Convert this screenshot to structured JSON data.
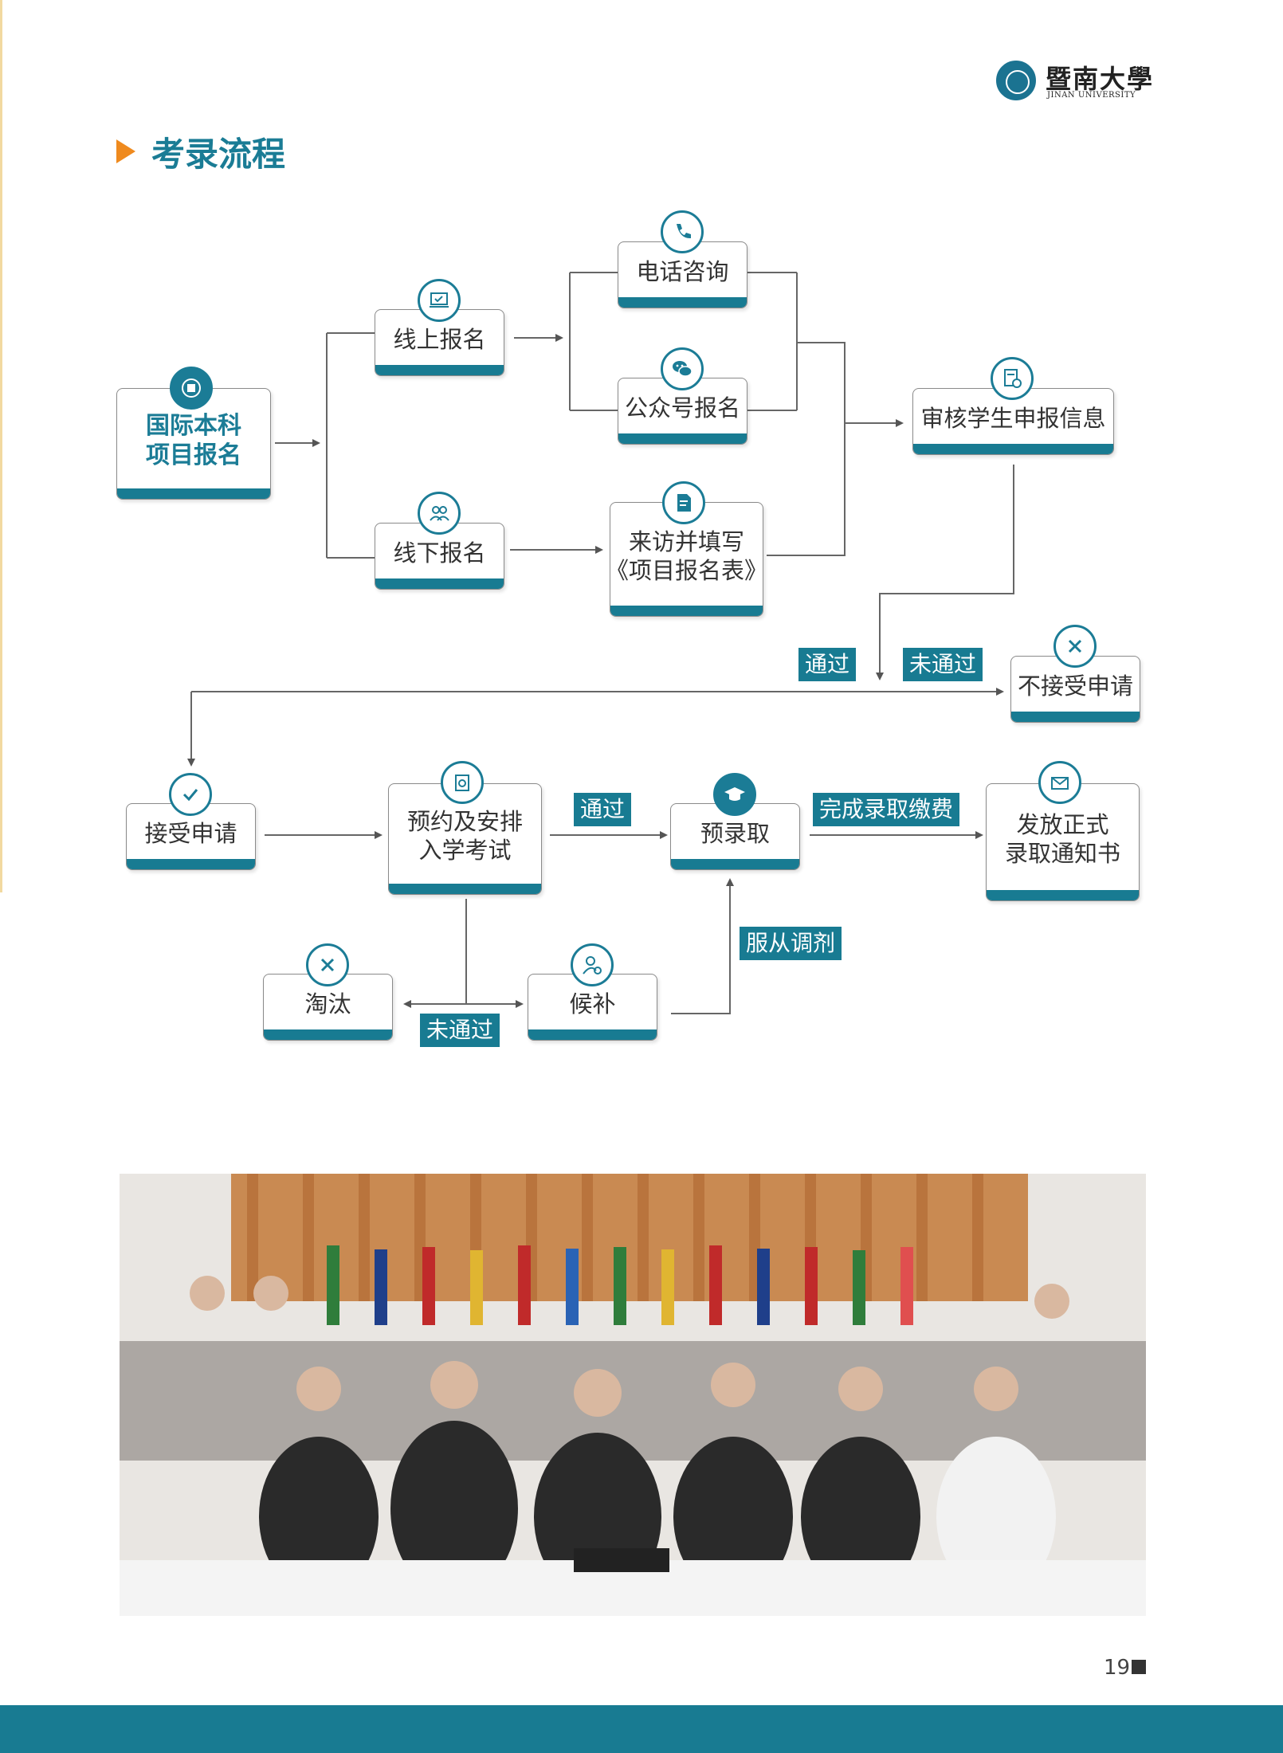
{
  "header": {
    "university_cn": "暨南大學",
    "university_en": "JINAN UNIVERSITY",
    "section_title": "考录流程"
  },
  "flow": {
    "intl_apply": "国际本科\n项目报名",
    "online_apply": "线上报名",
    "offline_apply": "线下报名",
    "phone_consult": "电话咨询",
    "wechat_apply": "公众号报名",
    "visit_fill": "来访并填写\n《项目报名表》",
    "review": "审核学生申报信息",
    "pass_label_1": "通过",
    "fail_label_1": "未通过",
    "reject": "不接受申请",
    "accept": "接受申请",
    "exam": "预约及安排\n入学考试",
    "pass_label_2": "通过",
    "pre_admit": "预录取",
    "complete_fee": "完成录取缴费",
    "issue_notice": "发放正式\n录取通知书",
    "eliminate": "淘汰",
    "fail_label_2": "未通过",
    "waitlist": "候补",
    "accept_adjust": "服从调剂"
  },
  "footer": {
    "page_number": "19"
  },
  "colors": {
    "teal": "#187b92",
    "orange": "#ef8a1e"
  }
}
